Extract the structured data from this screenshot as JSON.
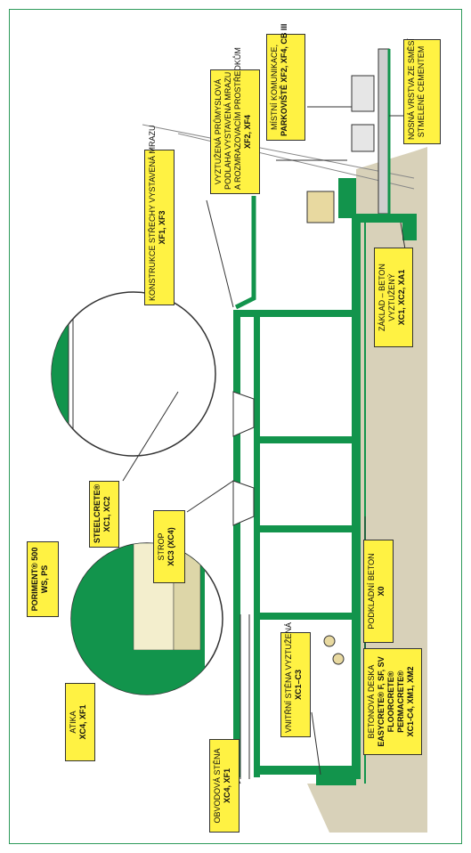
{
  "labels": {
    "nosna_vrstva": [
      "NOSNÁ VRSTVA ZE SMĚSÍ",
      "STMELENÉ CEMENTEM"
    ],
    "mistni_komunikace": [
      "MÍSTNÍ KOMUNIKACE,",
      "PARKOVIŠTĚ XF2, XF4, CB III"
    ],
    "vyztuzena_podlaha": [
      "VYZTUŽENÁ PRŮMYSLOVÁ",
      "PODLAHA VYSTAVENÁ MRAZU",
      "A ROZMRAZOVACÍM PROSTŘEDKŮM",
      "XF2, XF4"
    ],
    "konstrukce_strechy": [
      "KONSTRUKCE STŘECHY VYSTAVENÁ MRAZU",
      "XF1, XF3"
    ],
    "zaklad_beton": [
      "ZÁKLAD – BETON",
      "VYZTUŽENÝ",
      "XC1, XC2, XA1"
    ],
    "steelcrete": [
      "STEELCRETE®",
      "XC1, XC2"
    ],
    "strop": [
      "STROP",
      "XC3 (XC4)"
    ],
    "poriment": [
      "PORIMENT® 500",
      "WS, PS"
    ],
    "podkladni_beton": [
      "PODKLADNÍ BETON",
      "X0"
    ],
    "betonova_deska": [
      "BETONOVÁ DESKA",
      "EASYCRETE® F, SF, SV",
      "FLOORCRETE®",
      "PERMACRETE®",
      "XC1-C4, XM1, XM2"
    ],
    "vnitrni_stena": [
      "VNITŘNÍ STĚNA VYZTUŽENÁ",
      "XC1–C3"
    ],
    "atika": [
      "ATIKA",
      "XC4, XF1"
    ],
    "obvodova_stena": [
      "OBVODOVÁ STĚNA",
      "XC4, XF1"
    ]
  },
  "colors": {
    "label_bg": "#fff243",
    "concrete_green": "#12944c",
    "ground_tan": "#d8d1b9",
    "frame_green": "#2e9a5a"
  }
}
